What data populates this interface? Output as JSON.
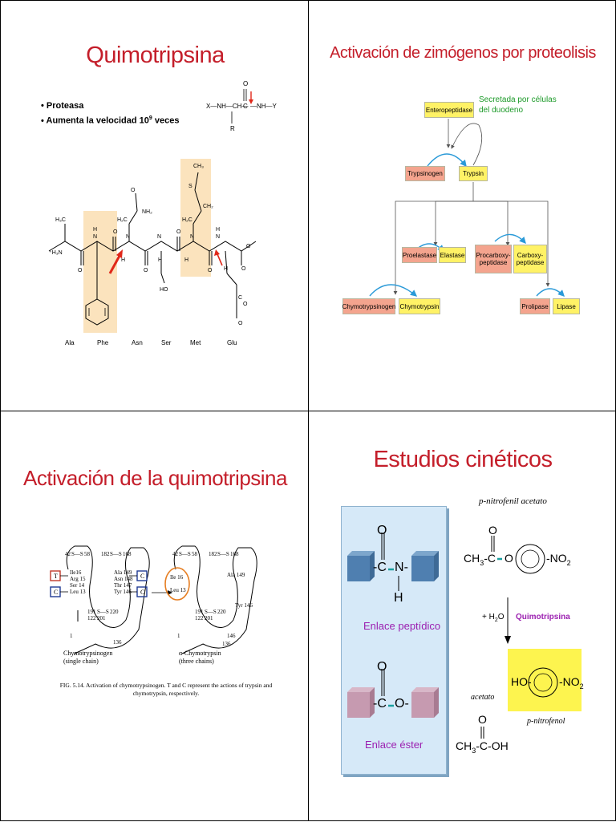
{
  "slide1": {
    "title": "Quimotripsina",
    "bullets": [
      "Proteasa",
      "Aumenta la velocidad 10"
    ],
    "bullet2_sup": "9",
    "bullet2_tail": " veces",
    "bond_formula": {
      "left": "X—NH—CH—",
      "c": "C",
      "right": "—NH—Y",
      "o": "O",
      "r": "R"
    },
    "residues": [
      "Ala",
      "Phe",
      "Asn",
      "Ser",
      "Met",
      "Glu"
    ]
  },
  "slide2": {
    "title": "Activación de zimógenos por proteolisis",
    "note_line1": "Secretada por células",
    "note_line2": "del duodeno",
    "enteropeptidase": "Enteropeptidase",
    "trypsinogen": "Trypsinogen",
    "trypsin": "Trypsin",
    "proelastase": "Proelastase",
    "elastase": "Elastase",
    "procarboxy1": "Procarboxy-",
    "procarboxy2": "peptidase",
    "carboxy1": "Carboxy-",
    "carboxy2": "peptidase",
    "chymotrypsinogen": "Chymotrypsinogen",
    "chymotrypsin": "Chymotrypsin",
    "prolipase": "Prolipase",
    "lipase": "Lipase"
  },
  "slide3": {
    "title": "Activación de la quimotripsina",
    "left_labels": [
      "42",
      "S—S",
      "58",
      "182",
      "S—S",
      "168",
      "Ile16",
      "Arg 15",
      "Ser 14",
      "Leu 13",
      "Ala 149",
      "Asn 148",
      "Thr 147",
      "Tyr 146",
      "191",
      "S—S",
      "220",
      "122",
      "201",
      "1",
      "136"
    ],
    "right_labels": [
      "42",
      "S—S",
      "58",
      "182",
      "S—S",
      "168",
      "Ile 16",
      "Leu 13",
      "Ala 149",
      "Tyr 146",
      "191",
      "S—S",
      "220",
      "122",
      "201",
      "1",
      "136",
      "146"
    ],
    "t_label": "T",
    "c_label": "C",
    "name_left1": "Chymotrypsinogen",
    "name_left2": "(single chain)",
    "name_right1": "α-Chymotrypsin",
    "name_right2": "(three chains)",
    "caption1": "FIG. 5.14.  Activation of chymotrypsinogen. T and C represent the actions of trypsin and",
    "caption2": "chymotrypsin, respectively."
  },
  "slide4": {
    "title": "Estudios cinéticos",
    "substrate_name": "p-nitrofenil acetato",
    "peptide_label": "Enlace peptídico",
    "ester_label": "Enlace éster",
    "enzyme": "Quimotripsina",
    "water": "+ H",
    "water_sub": "2",
    "water_tail": "O",
    "acetato": "acetato",
    "pnitrofenol": "p-nitrofenol",
    "atoms": {
      "O": "O",
      "C": "C",
      "N": "N",
      "H": "H",
      "HO": "HO",
      "NO": "NO",
      "two": "2",
      "CH": "CH",
      "three": "3",
      "OH": "OH"
    }
  },
  "colors": {
    "title_red": "#c41e2a",
    "yellow_box": "#fff266",
    "pink_box": "#f4a48e",
    "highlight": "#fbe3bd",
    "blue_panel": "#d6e9f8",
    "magenta_label": "#9b1fb0",
    "green_note": "#1c9a29",
    "arrow_blue": "#2a9ad8"
  }
}
